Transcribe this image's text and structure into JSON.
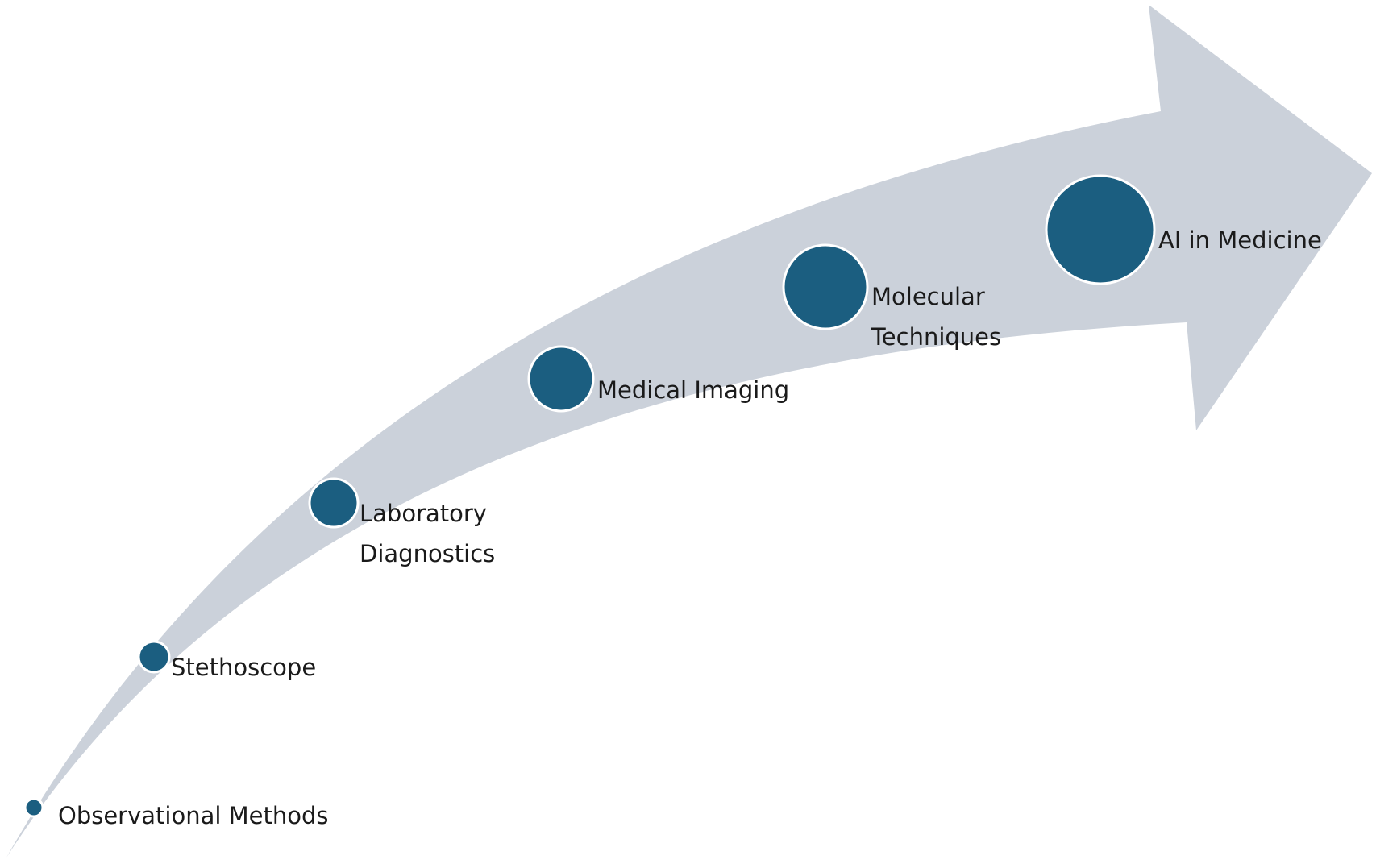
{
  "colors": {
    "arrow_fill": "#CBD1DA",
    "dot_fill": "#1B5E80",
    "dot_outline": "#FFFFFF",
    "label_color": "#1A1A1A"
  },
  "milestones": [
    {
      "id": "observational",
      "lines": [
        "Observational Methods"
      ]
    },
    {
      "id": "stethoscope",
      "lines": [
        "Stethoscope"
      ]
    },
    {
      "id": "laboratory",
      "lines": [
        "Laboratory",
        "Diagnostics"
      ]
    },
    {
      "id": "imaging",
      "lines": [
        "Medical Imaging"
      ]
    },
    {
      "id": "molecular",
      "lines": [
        "Molecular",
        "Techniques"
      ]
    },
    {
      "id": "ai",
      "lines": [
        "AI in Medicine"
      ]
    }
  ]
}
